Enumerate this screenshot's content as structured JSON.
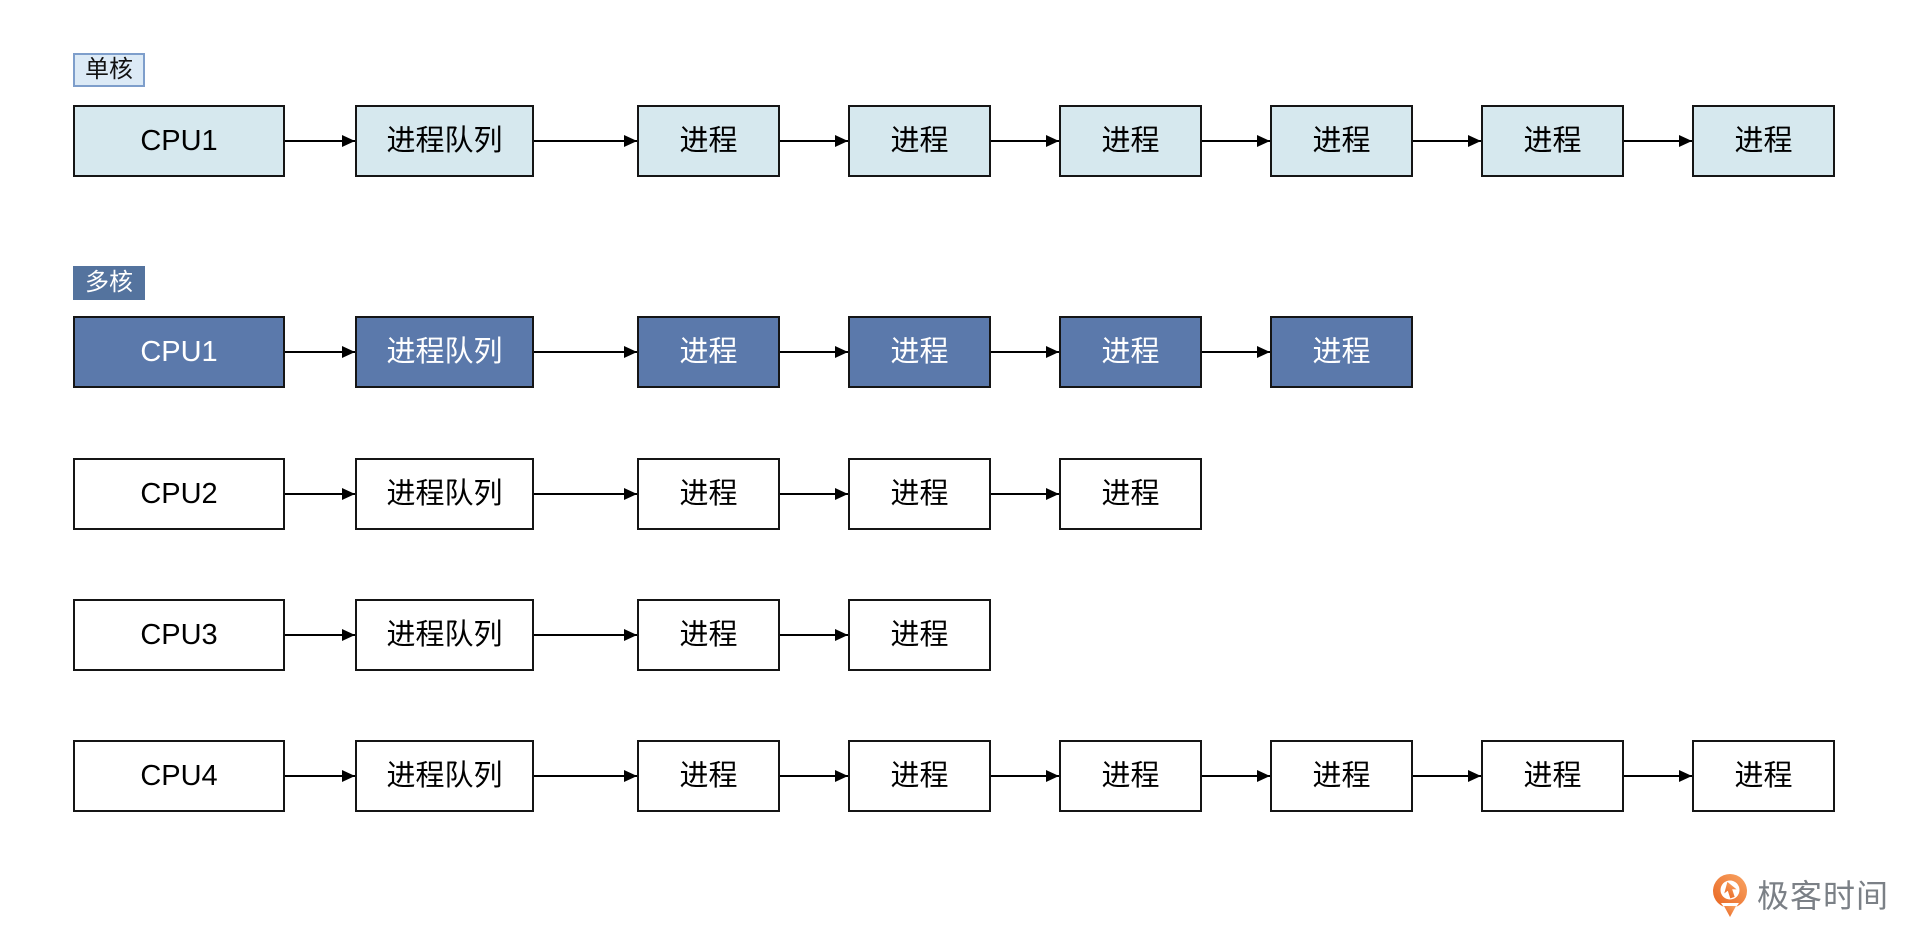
{
  "diagram": {
    "title_hint": "single-core vs multi-core process queues",
    "tags": {
      "single_core": "单核",
      "multi_core": "多核"
    },
    "node_types": {
      "cpu": "CPU",
      "queue": "进程队列",
      "process": "进程"
    }
  },
  "rows": [
    {
      "section": "single_core",
      "theme": "light-blue",
      "nodes": [
        "CPU1",
        "进程队列",
        "进程",
        "进程",
        "进程",
        "进程",
        "进程",
        "进程"
      ]
    },
    {
      "section": "multi_core",
      "theme": "dark-blue",
      "nodes": [
        "CPU1",
        "进程队列",
        "进程",
        "进程",
        "进程",
        "进程"
      ]
    },
    {
      "section": "multi_core",
      "theme": "white",
      "nodes": [
        "CPU2",
        "进程队列",
        "进程",
        "进程",
        "进程"
      ]
    },
    {
      "section": "multi_core",
      "theme": "white",
      "nodes": [
        "CPU3",
        "进程队列",
        "进程",
        "进程"
      ]
    },
    {
      "section": "multi_core",
      "theme": "white",
      "nodes": [
        "CPU4",
        "进程队列",
        "进程",
        "进程",
        "进程",
        "进程",
        "进程",
        "进程"
      ]
    }
  ],
  "colors": {
    "light_box_fill": "#d6e8ee",
    "dark_box_fill": "#5b79ab",
    "white_box_fill": "#ffffff",
    "box_border": "#151515",
    "single_tag_fill": "#dceaf6",
    "single_tag_border": "#7e9ecb",
    "multi_tag_fill": "#54739e",
    "arrow_color": "#000000",
    "logo_orange_dark": "#e8641f",
    "logo_orange_light": "#f9a565",
    "logo_text_color": "#7b8086"
  },
  "logo": {
    "text": "极客时间"
  }
}
